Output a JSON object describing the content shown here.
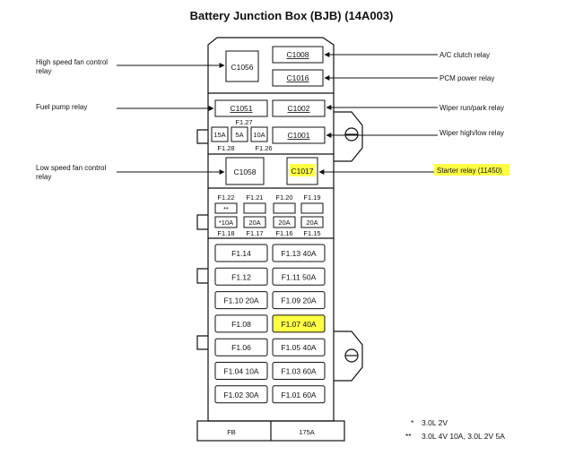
{
  "title": "Battery Junction Box (BJB) (14A003)",
  "highlight_color": "#ffff44",
  "callouts_left": {
    "high_speed_fan": "High speed fan control relay",
    "fuel_pump": "Fuel pump relay",
    "low_speed_fan": "Low speed fan control relay"
  },
  "callouts_right": {
    "ac_clutch": "A/C clutch relay",
    "pcm_power": "PCM power relay",
    "wiper_run_park": "Wiper run/park relay",
    "wiper_high_low": "Wiper high/low relay",
    "starter": "Starter relay (11450)"
  },
  "relays": {
    "c1056": "C1056",
    "c1008": "C1008",
    "c1016": "C1016",
    "c1051": "C1051",
    "c1002": "C1002",
    "c1001": "C1001",
    "c1058": "C1058",
    "c1017": "C1017"
  },
  "mini_fuses": {
    "f1_27": "F1.27",
    "f1_28": "F1.28",
    "f1_26": "F1.26",
    "a15": "15A",
    "a5": "5A",
    "a10": "10A"
  },
  "fuse_row_top": [
    "F1.22",
    "F1.21",
    "F1.20",
    "F1.19"
  ],
  "fuse_row_vals": [
    "**",
    "",
    "",
    ""
  ],
  "fuse_row_amps": [
    "*10A",
    "20A",
    "20A",
    "20A"
  ],
  "fuse_row_bottom": [
    "F1.18",
    "F1.17",
    "F1.16",
    "F1.15"
  ],
  "maxi_fuses": [
    [
      "F1.14",
      "F1.13  40A"
    ],
    [
      "F1.12",
      "F1.11  50A"
    ],
    [
      "F1.10  20A",
      "F1.09  20A"
    ],
    [
      "F1.08",
      "F1.07  40A"
    ],
    [
      "F1.06",
      "F1.05  40A"
    ],
    [
      "F1.04  10A",
      "F1.03  60A"
    ],
    [
      "F1.02  30A",
      "F1.01  60A"
    ]
  ],
  "bottom_strip": {
    "left": "FB",
    "right": "175A"
  },
  "footnotes": {
    "n1_mark": "*",
    "n1_text": "3.0L 2V",
    "n2_mark": "**",
    "n2_text": "3.0L 4V 10A, 3.0L 2V 5A"
  }
}
